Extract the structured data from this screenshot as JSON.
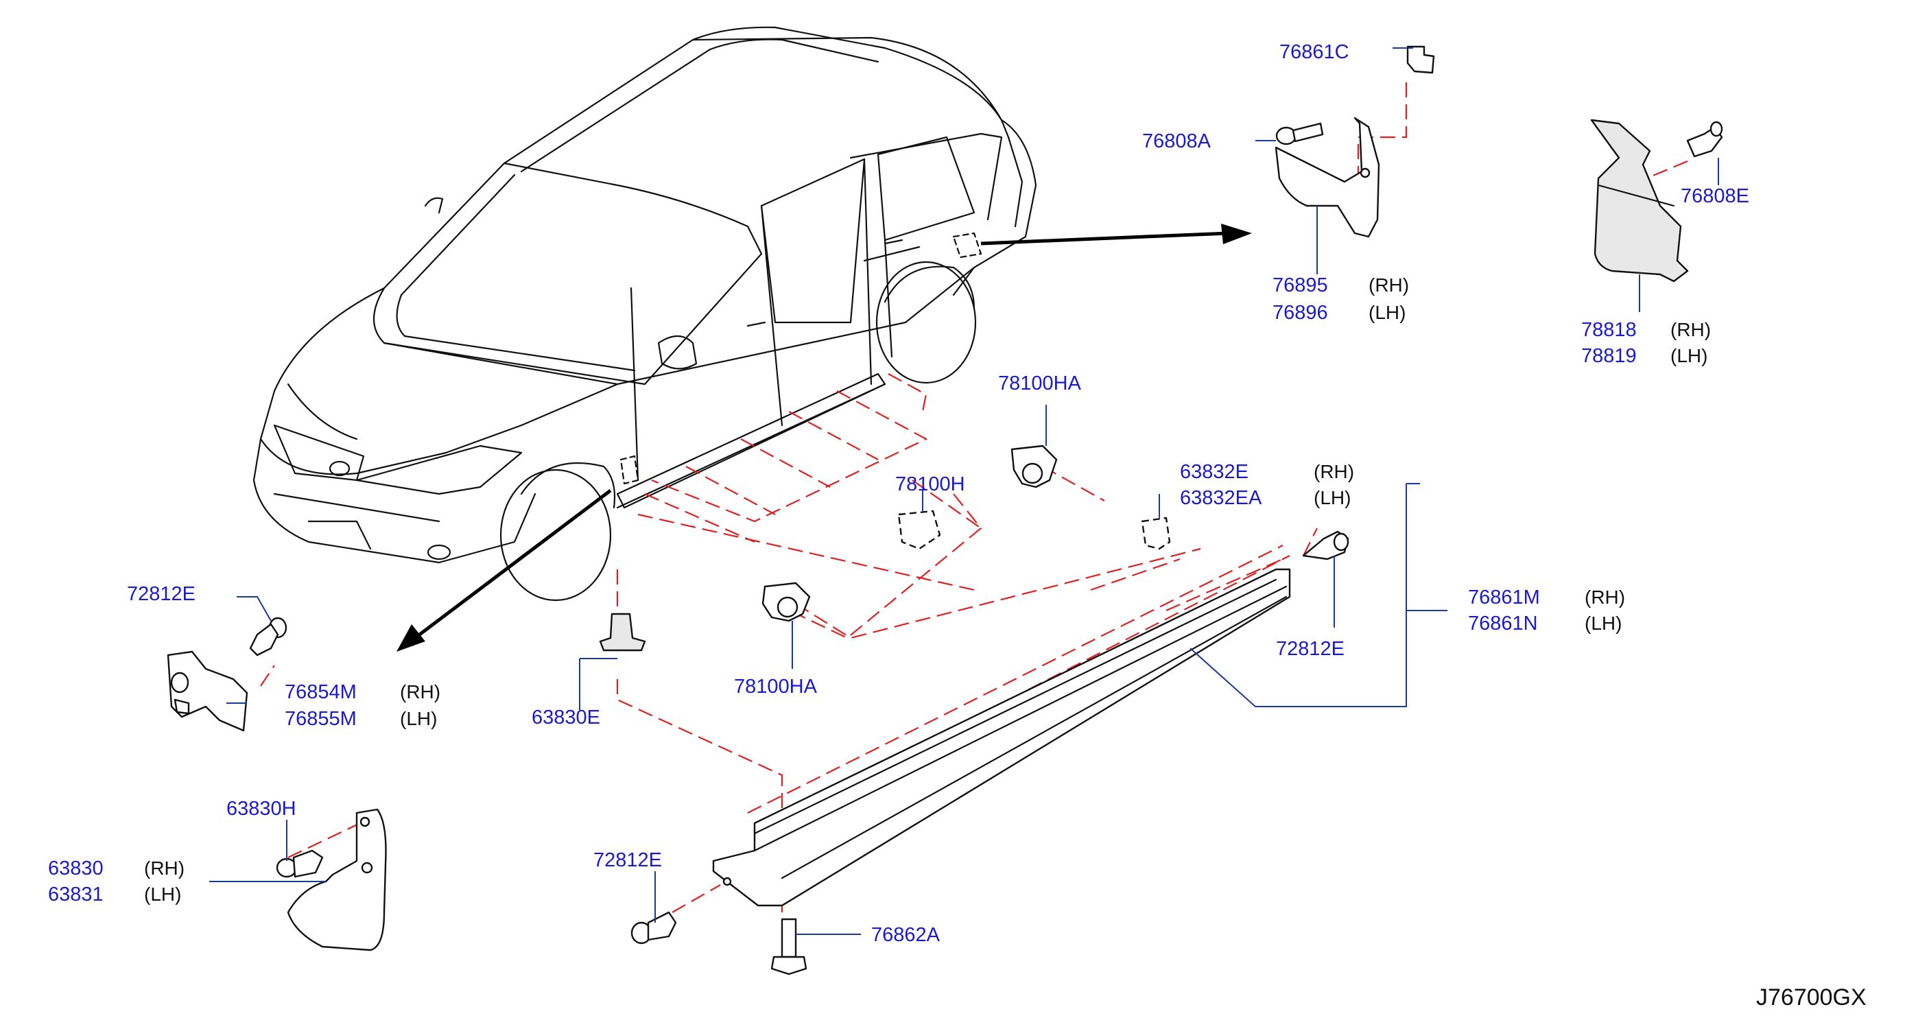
{
  "diagram_code": "J76700GX",
  "callouts": {
    "c_76861C": {
      "pn": "76861C"
    },
    "c_76808A": {
      "pn": "76808A"
    },
    "c_76895": {
      "pn": "76895",
      "side": "(RH)"
    },
    "c_76896": {
      "pn": "76896",
      "side": "(LH)"
    },
    "c_76808E": {
      "pn": "76808E"
    },
    "c_78818": {
      "pn": "78818",
      "side": "(RH)"
    },
    "c_78819": {
      "pn": "78819",
      "side": "(LH)"
    },
    "c_78100HA_top": {
      "pn": "78100HA"
    },
    "c_78100H": {
      "pn": "78100H"
    },
    "c_63832E": {
      "pn": "63832E",
      "side": "(RH)"
    },
    "c_63832EA": {
      "pn": "63832EA",
      "side": "(LH)"
    },
    "c_72812E_right": {
      "pn": "72812E"
    },
    "c_76861M": {
      "pn": "76861M",
      "side": "(RH)"
    },
    "c_76861N": {
      "pn": "76861N",
      "side": "(LH)"
    },
    "c_72812E_left": {
      "pn": "72812E"
    },
    "c_76854M": {
      "pn": "76854M",
      "side": "(RH)"
    },
    "c_76855M": {
      "pn": "76855M",
      "side": "(LH)"
    },
    "c_78100HA_bottom": {
      "pn": "78100HA"
    },
    "c_63830E": {
      "pn": "63830E"
    },
    "c_63830H": {
      "pn": "63830H"
    },
    "c_63830": {
      "pn": "63830",
      "side": "(RH)"
    },
    "c_63831": {
      "pn": "63831",
      "side": "(LH)"
    },
    "c_72812E_bottom": {
      "pn": "72812E"
    },
    "c_76862A": {
      "pn": "76862A"
    }
  }
}
